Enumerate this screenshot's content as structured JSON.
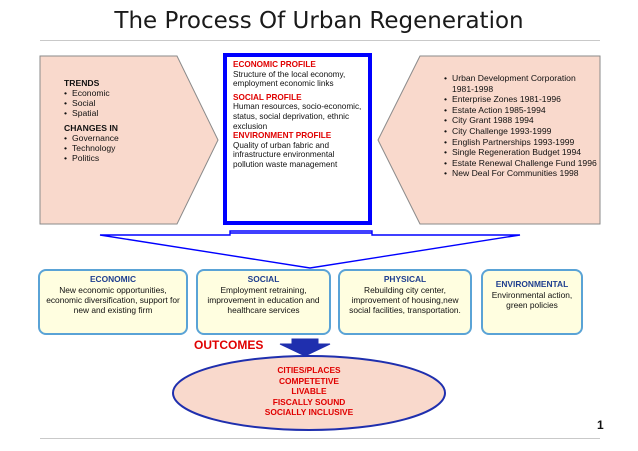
{
  "title": "The Process Of Urban Regeneration",
  "page_number": "1",
  "left_panel": {
    "trends_heading": "TRENDS",
    "trends": [
      "Economic",
      "Social",
      "Spatial"
    ],
    "changes_heading": "CHANGES IN",
    "changes": [
      "Governance",
      "Technology",
      "Politics"
    ]
  },
  "center_panel": {
    "economic_heading": "ECONOMIC PROFILE",
    "economic_text": "Structure of the local economy, employment economic links",
    "social_heading": "SOCIAL PROFILE",
    "social_text": "Human resources, socio-economic, status, social deprivation, ethnic exclusion",
    "environment_heading": "ENVIRONMENT PROFILE",
    "environment_text": "Quality of urban fabric and infrastructure environmental pollution waste management"
  },
  "right_panel": {
    "items": [
      "Urban Development Corporation 1981-1998",
      "Enterprise Zones 1981-1996",
      "Estate Action 1985-1994",
      "City Grant 1988 1994",
      "City Challenge 1993-1999",
      "English Partnerships 1993-1999",
      "Single Regeneration Budget 1994",
      "Estate Renewal Challenge Fund 1996",
      "New Deal For Communities 1998"
    ]
  },
  "cards": [
    {
      "title": "ECONOMIC",
      "text": "New economic opportunities, economic diversification, support for new and existing firm"
    },
    {
      "title": "SOCIAL",
      "text": "Employment retraining, improvement in education and healthcare services"
    },
    {
      "title": "PHYSICAL",
      "text": "Rebuilding city center, improvement of housing,new social facilities, transportation."
    },
    {
      "title": "ENVIRONMENTAL",
      "text": "Environmental action, green policies"
    }
  ],
  "outcomes": {
    "label": "OUTCOMES",
    "items": [
      "CITIES/PLACES",
      "COMPETETIVE",
      "LIVABLE",
      "FISCALLY SOUND",
      "SOCIALLY INCLUSIVE"
    ]
  },
  "colors": {
    "pentagon_fill": "#f9d9cc",
    "pentagon_stroke": "#8a8a8a",
    "center_border": "#0000ff",
    "arrow_fill": "#ffffff",
    "arrow_stroke": "#0000ff",
    "card_fill": "#fffee0",
    "card_border": "#5aa3d6",
    "ellipse_fill": "#f9d9cc",
    "ellipse_stroke": "#1f2fae",
    "accent_red": "#e00000",
    "card_title": "#1f3f8f"
  }
}
